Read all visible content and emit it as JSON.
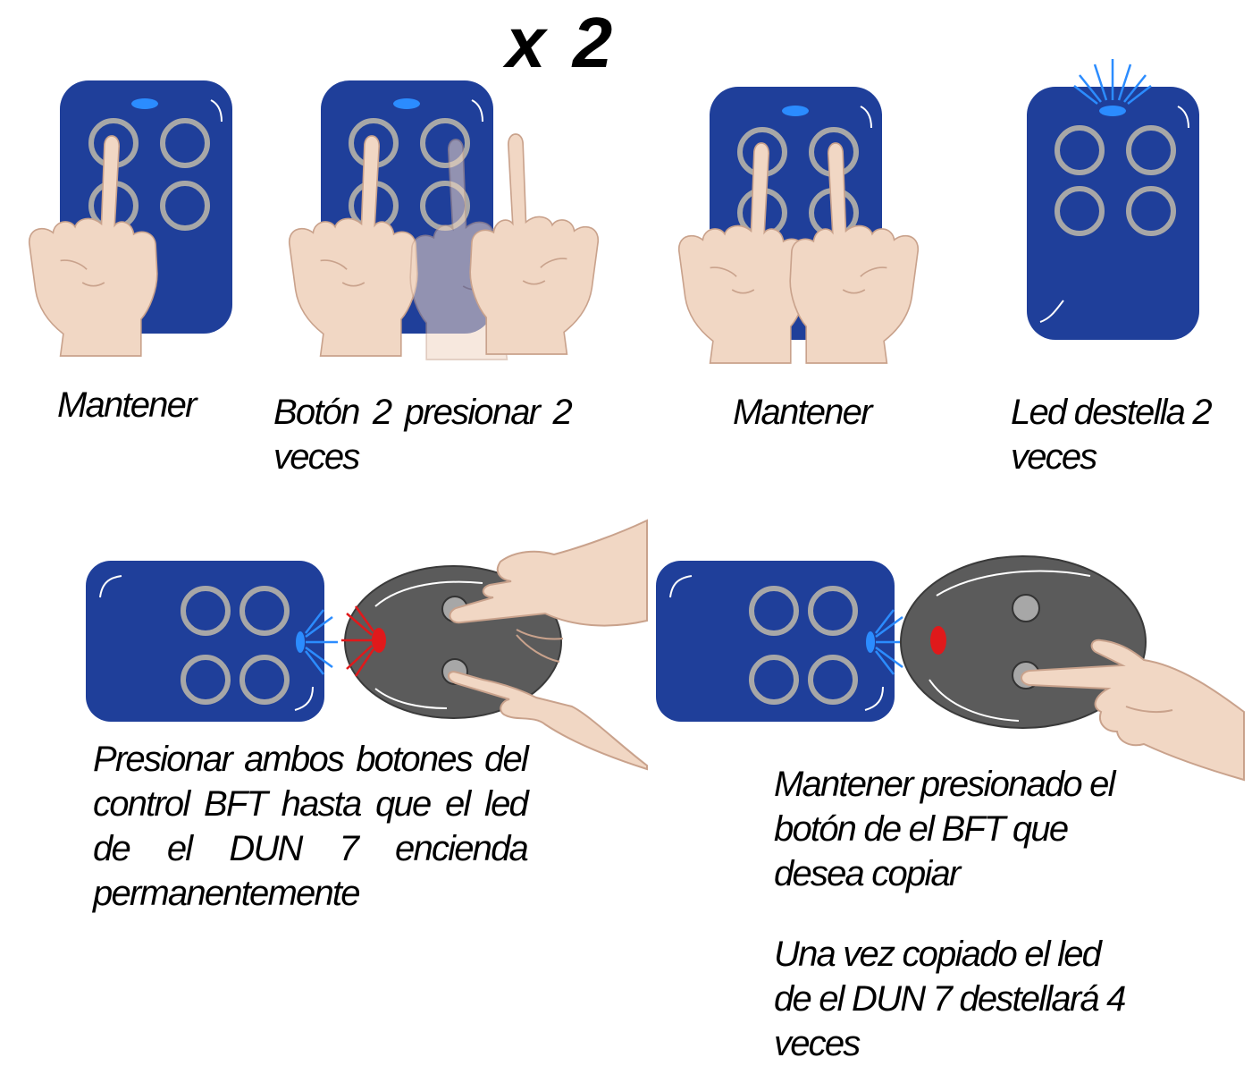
{
  "multiplier": "x 2",
  "steps": [
    {
      "caption": "Mantener"
    },
    {
      "caption": "Botón 2 presionar 2 veces"
    },
    {
      "caption": "Mantener"
    },
    {
      "caption": "Led destella 2 veces"
    }
  ],
  "bottom": {
    "left_caption": "Presionar ambos botones del control BFT hasta que el led de el DUN 7 encienda permanentemente",
    "right_caption": "Mantener presionado el botón de el BFT que desea copiar",
    "right_note": "Una vez copiado el led de el DUN 7 destellará 4 veces"
  },
  "colors": {
    "remote_blue": "#1f3f9a",
    "button_ring": "#a7a7a7",
    "led_blue": "#2b8cff",
    "led_red": "#e0191b",
    "bft_gray": "#5b5b5b",
    "skin": "#f1d7c4"
  },
  "icons": [
    "remote-control-icon",
    "hand-icon",
    "led-flash-icon",
    "bft-remote-icon"
  ]
}
